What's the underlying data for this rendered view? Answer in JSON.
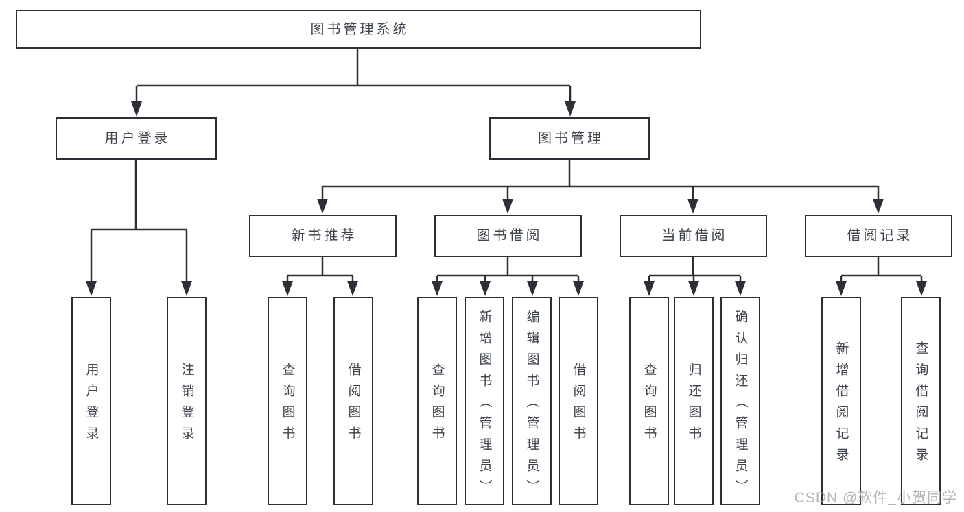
{
  "tree": {
    "root": "图书管理系统",
    "children": [
      {
        "label": "用户登录",
        "children": [
          "用户登录",
          "注销登录"
        ]
      },
      {
        "label": "图书管理",
        "children": [
          {
            "label": "新书推荐",
            "children": [
              "查询图书",
              "借阅图书"
            ]
          },
          {
            "label": "图书借阅",
            "children": [
              "查询图书",
              "新增图书（管理员）",
              "编辑图书（管理员）",
              "借阅图书"
            ]
          },
          {
            "label": "当前借阅",
            "children": [
              "查询图书",
              "归还图书",
              "确认归还（管理员）"
            ]
          },
          {
            "label": "借阅记录",
            "children": [
              "新增借阅记录",
              "查询借阅记录"
            ]
          }
        ]
      }
    ]
  },
  "watermark": "CSDN @软件_小贺同学",
  "colors": {
    "line": "#2c3036",
    "box_border": "#2c3036",
    "text": "#3e434c",
    "background": "#ffffff",
    "watermark": "#afafaf"
  }
}
